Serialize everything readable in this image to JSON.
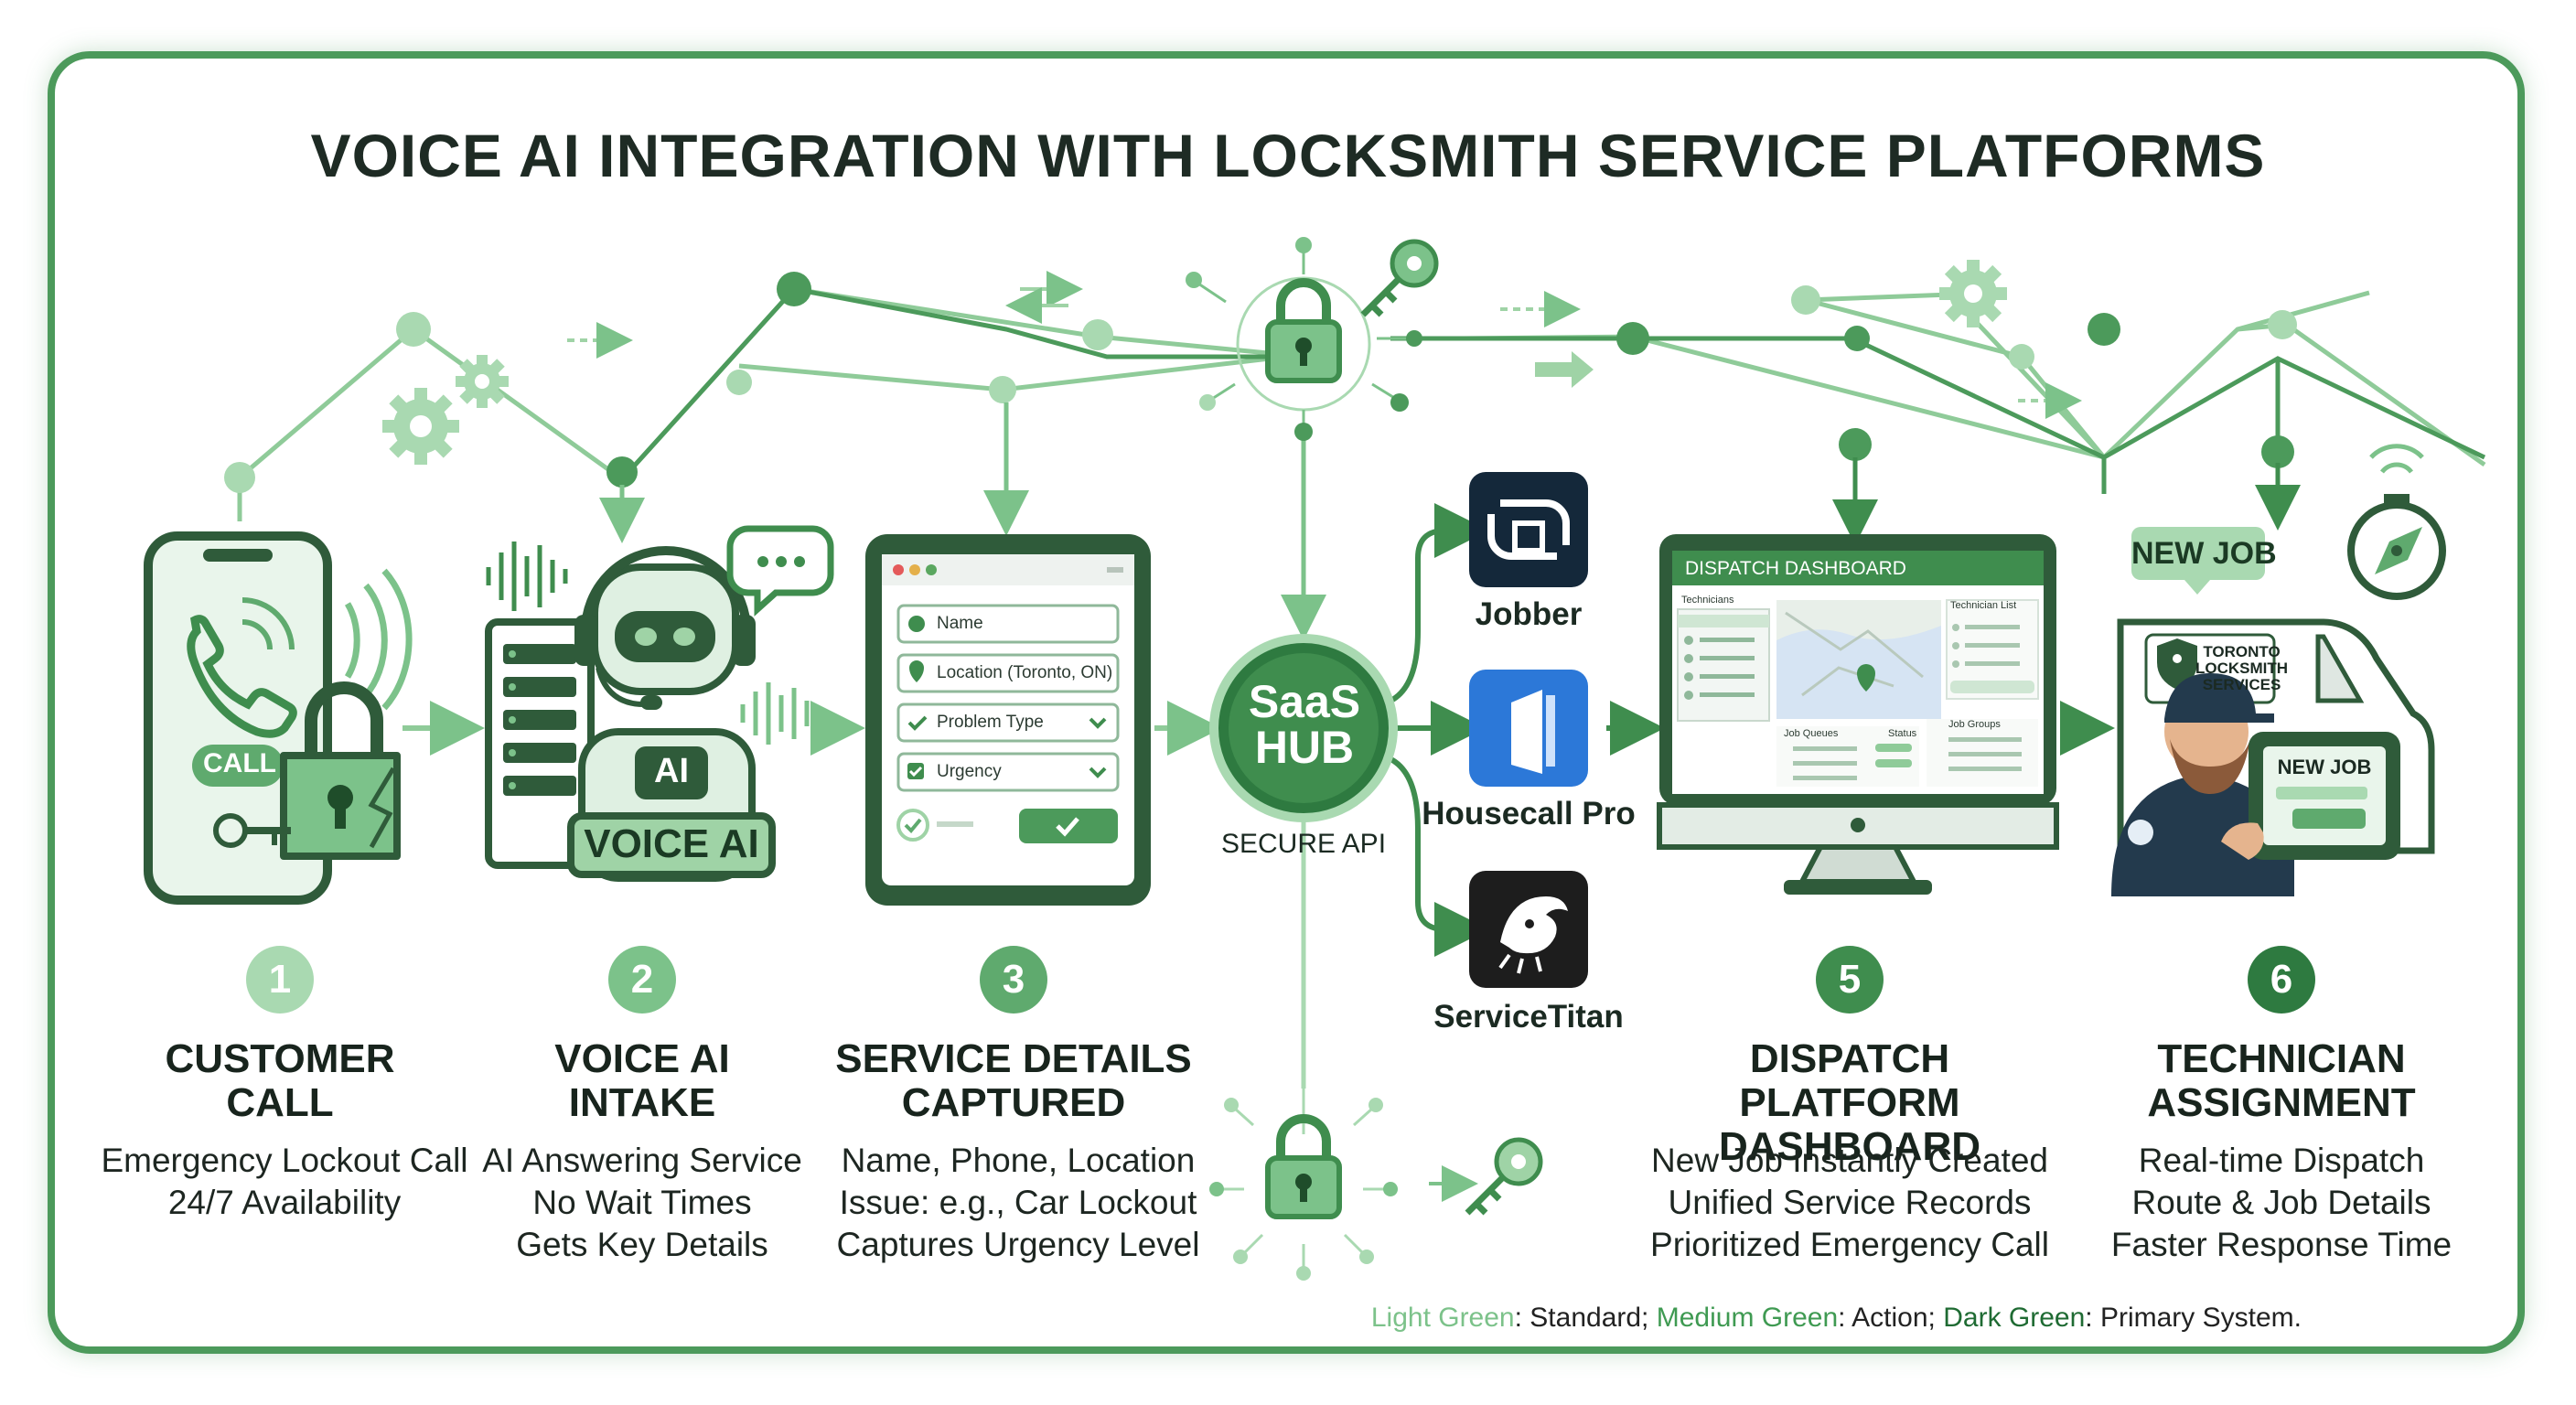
{
  "title": "VOICE AI INTEGRATION WITH LOCKSMITH SERVICE PLATFORMS",
  "colors": {
    "light": "#9fd3a6",
    "medium": "#4caf5f",
    "dark": "#2e6e3d",
    "frame": "#4c9a5b"
  },
  "steps": [
    {
      "num": "1",
      "title_lines": [
        "CUSTOMER",
        "CALL"
      ],
      "lines": [
        "Emergency Lockout Call",
        "24/7 Availability"
      ]
    },
    {
      "num": "2",
      "title_lines": [
        "VOICE AI",
        "INTAKE"
      ],
      "lines": [
        "AI Answering Service",
        "No Wait Times",
        "Gets Key Details"
      ]
    },
    {
      "num": "3",
      "title_lines": [
        "SERVICE DETAILS",
        "CAPTURED"
      ],
      "lines": [
        "Name, Phone, Location",
        "Issue: e.g., Car Lockout",
        "Captures Urgency Level"
      ]
    },
    {
      "num": "5",
      "title_lines": [
        "DISPATCH PLATFORM",
        "DASHBOARD"
      ],
      "lines": [
        "New Job Instantly Created",
        "Unified Service Records",
        "Prioritized Emergency Call"
      ]
    },
    {
      "num": "6",
      "title_lines": [
        "TECHNICIAN",
        "ASSIGNMENT"
      ],
      "lines": [
        "Real-time Dispatch",
        "Route & Job Details",
        "Faster Response Time"
      ]
    }
  ],
  "phone": {
    "call_label": "CALL"
  },
  "robot": {
    "badge": "AI",
    "banner": "VOICE AI"
  },
  "form": {
    "fields": [
      {
        "icon": "user-icon",
        "label": "Name"
      },
      {
        "icon": "location-pin-icon",
        "label": "Location (Toronto, ON)"
      },
      {
        "icon": "check-icon",
        "label": "Problem Type"
      },
      {
        "icon": "check-icon",
        "label": "Urgency"
      }
    ]
  },
  "hub": {
    "line1": "SaaS",
    "line2": "HUB",
    "caption": "SECURE API"
  },
  "platforms": [
    {
      "name": "Jobber",
      "icon": "jobber-logo-icon"
    },
    {
      "name": "Housecall Pro",
      "icon": "housecall-pro-logo-icon"
    },
    {
      "name": "ServiceTitan",
      "icon": "servicetitan-logo-icon"
    }
  ],
  "dashboard": {
    "header": "DISPATCH DASHBOARD",
    "technicians": "Technicians",
    "technician_list": "Technician List",
    "job_queues": "Job Queues",
    "status": "Status",
    "job_groups": "Job Groups"
  },
  "technician": {
    "new_job_tag": "NEW JOB",
    "van_line1": "TORONTO",
    "van_line2": "LOCKSMITH",
    "van_line3": "SERVICES",
    "tablet_label": "NEW JOB"
  },
  "legend": {
    "light": "Light Green",
    "light_desc": ": Standard; ",
    "medium": "Medium Green",
    "medium_desc": ": Action; ",
    "dark": "Dark Green",
    "dark_desc": ": Primary System."
  }
}
